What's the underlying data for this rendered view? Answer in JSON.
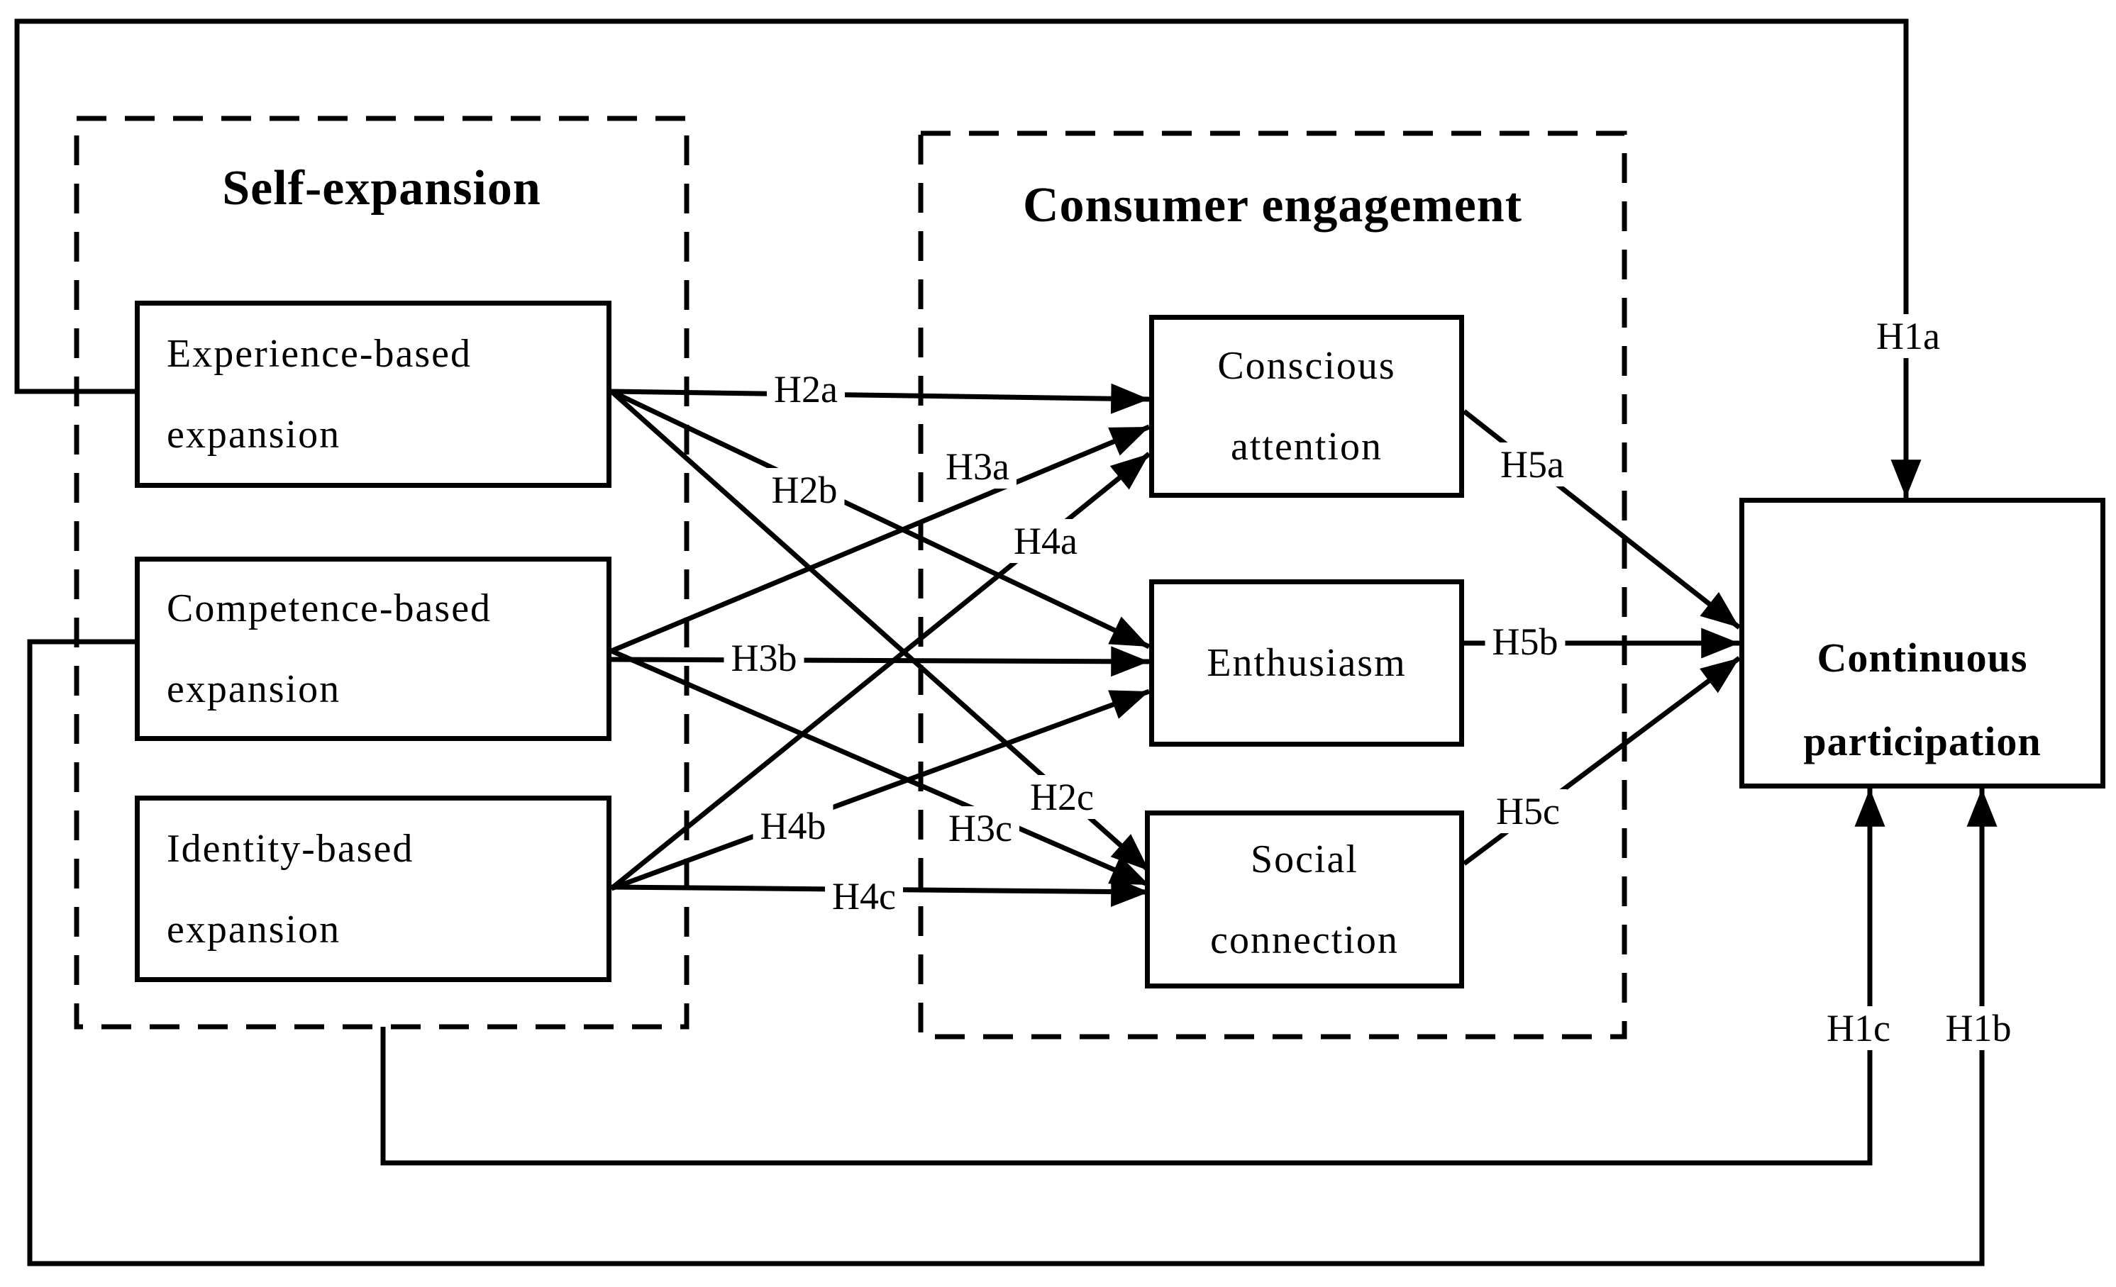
{
  "figure": {
    "colors": {
      "line": "#000000",
      "background": "#ffffff"
    },
    "groups": {
      "self_expansion": {
        "title": "Self-expansion"
      },
      "consumer_engagement": {
        "title": "Consumer engagement"
      }
    },
    "nodes": {
      "experience": {
        "lines": [
          "Experience-based",
          "expansion"
        ]
      },
      "competence": {
        "lines": [
          "Competence-based",
          "expansion"
        ]
      },
      "identity": {
        "lines": [
          "Identity-based",
          "expansion"
        ]
      },
      "conscious_attention": {
        "lines": [
          "Conscious",
          "attention"
        ]
      },
      "enthusiasm": {
        "lines": [
          "Enthusiasm"
        ]
      },
      "social_connection": {
        "lines": [
          "Social",
          "connection"
        ]
      },
      "continuous_participation": {
        "lines": [
          "Continuous",
          "participation"
        ]
      }
    },
    "hypotheses": {
      "h1a": "H1a",
      "h1b": "H1b",
      "h1c": "H1c",
      "h2a": "H2a",
      "h2b": "H2b",
      "h2c": "H2c",
      "h3a": "H3a",
      "h3b": "H3b",
      "h3c": "H3c",
      "h4a": "H4a",
      "h4b": "H4b",
      "h4c": "H4c",
      "h5a": "H5a",
      "h5b": "H5b",
      "h5c": "H5c"
    }
  }
}
